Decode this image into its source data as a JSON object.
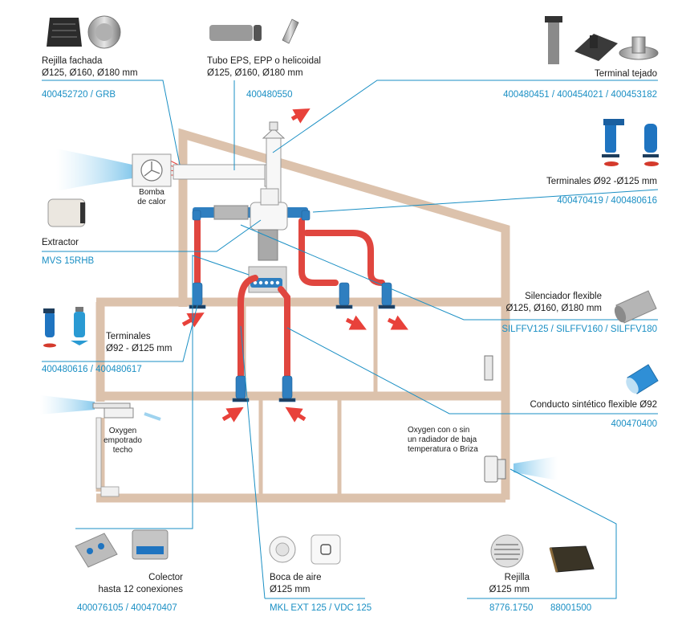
{
  "components": {
    "rejilla_fachada": {
      "name": "Rejilla fachada",
      "size": "Ø125, Ø160, Ø180 mm",
      "code": "400452720 / GRB"
    },
    "tubo": {
      "name": "Tubo EPS, EPP o helicoidal",
      "size": "Ø125, Ø160, Ø180 mm",
      "code": "400480550"
    },
    "terminal_tejado": {
      "name": "Terminal tejado",
      "code": "400480451 / 400454021 / 400453182"
    },
    "terminales_92_125": {
      "name": "Terminales Ø92 -Ø125 mm",
      "code": "400470419 / 400480616"
    },
    "bomba_calor": {
      "line1": "Bomba",
      "line2": "de calor"
    },
    "extractor": {
      "name": "Extractor",
      "code": "MVS 15RHB"
    },
    "silenciador": {
      "name": "Silenciador flexible",
      "size": "Ø125, Ø160, Ø180 mm",
      "code": "SILFFV125 / SILFFV160 / SILFFV180"
    },
    "terminales_left": {
      "name": "Terminales",
      "size": "Ø92 - Ø125 mm",
      "code": "400480616 / 400480617"
    },
    "conducto_sintetico": {
      "name": "Conducto sintético flexible Ø92",
      "code": "400470400"
    },
    "oxygen_techo": {
      "line1": "Oxygen",
      "line2": "empotrado",
      "line3": "techo"
    },
    "oxygen_radiador": {
      "line1": "Oxygen con o sin",
      "line2": "un radiador de baja",
      "line3": "temperatura o Briza"
    },
    "colector": {
      "name": "Colector",
      "size": "hasta 12 conexiones",
      "code": "400076105 / 400470407"
    },
    "boca_aire": {
      "name": "Boca de aire",
      "size": "Ø125 mm",
      "code": "MKL EXT 125 / VDC 125"
    },
    "rejilla": {
      "name": "Rejilla",
      "size": "Ø125 mm",
      "code1": "8776.1750",
      "code2": "88001500"
    }
  },
  "colors": {
    "accent": "#1a8fc4",
    "house": "#dcc2ac",
    "duct_red": "#e0463f",
    "duct_blue": "#2f7fc0",
    "arrow_red": "#e8413a"
  }
}
